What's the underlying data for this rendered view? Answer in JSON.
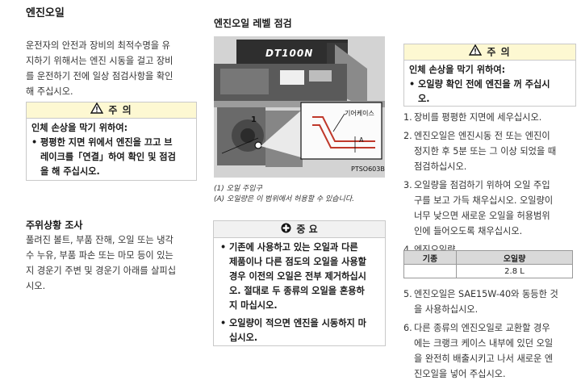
{
  "left": {
    "title": "엔진오일",
    "intro": [
      "운전자의 안전과 장비의 최적수명을 유",
      "지하기 위해서는 엔진 시동을 걸고 장비",
      "를 운전하기 전에 일상 점검사항을 확인",
      "해 주십시오."
    ],
    "caution": {
      "label": "주 의",
      "heading": "인체 손상을 막기 위하여:",
      "bullet": [
        "평평한 지면 위에서 엔진을 끄고 브",
        "레이크를「연결」하여 확인 및 점검",
        "을 해 주십시오."
      ]
    },
    "section_title": "주위상황 조사",
    "section_body": [
      "풀려진 볼트, 부품 잔해, 오일 또는 냉각",
      "수 누유, 부품 파손 또는 마모 등이 있는",
      "지 경운기 주변 및 경운기 아래를 살피십",
      "시오."
    ]
  },
  "middle": {
    "title": "엔진오일 레벨 점검",
    "figure": {
      "model_label": "DT100N",
      "callout_label": "기어케이스",
      "marker_1": "1",
      "marker_a": "A",
      "figure_code": "PTSO603B"
    },
    "captions": [
      "(1) 오일 주입구",
      "(A) 오일량은 이 범위에서 허용할 수 있습니다."
    ],
    "important": {
      "label": "중 요",
      "bullets": [
        [
          "기존에 사용하고 있는 오일과 다른",
          "제품이나 다른 점도의 오일을 사용할",
          "경우 이전의 오일은 전부 제거하십시",
          "오. 절대로 두 종류의 오일을 혼용하",
          "지 마십시오."
        ],
        [
          "오일량이 적으면 엔진을 시동하지 마",
          "십시오."
        ]
      ]
    }
  },
  "right": {
    "caution": {
      "label": "주 의",
      "heading": "인체 손상을 막기 위하여:",
      "bullet": [
        "오일량 확인 전에 엔진을 꺼 주십시",
        "오."
      ]
    },
    "steps_a": [
      {
        "n": "1.",
        "lines": [
          "장비를 평평한 지면에 세우십시오."
        ]
      },
      {
        "n": "2.",
        "lines": [
          "엔진오일은 엔진시동 전 또는 엔진이",
          "정지한 후 5분 또는 그 이상 되었을 때",
          "점검하십시오."
        ]
      },
      {
        "n": "3.",
        "lines": [
          "오일량을 점검하기 위하여 오일 주입",
          "구를 보고 가득 채우십시오. 오일량이",
          "너무 낮으면 새로운 오일을 허용범위",
          "인에 들어오도록 채우십시오."
        ]
      },
      {
        "n": "4.",
        "lines": [
          "엔진오일량"
        ]
      }
    ],
    "table": {
      "headers": [
        "기종",
        "오일량"
      ],
      "rows": [
        [
          "",
          "2.8 L"
        ]
      ]
    },
    "steps_b": [
      {
        "n": "5.",
        "lines": [
          "엔진오일은 SAE15W-40와 동등한 것",
          "을 사용하십시오."
        ]
      },
      {
        "n": "6.",
        "lines": [
          "다른 종류의 엔진오일로 교환할 경우",
          "에는 크랭크 케이스 내부에 있던 오일",
          "을 완전히 배출시키고 나서 새로운 엔",
          "진오일을 넣어 주십시오."
        ]
      }
    ]
  }
}
